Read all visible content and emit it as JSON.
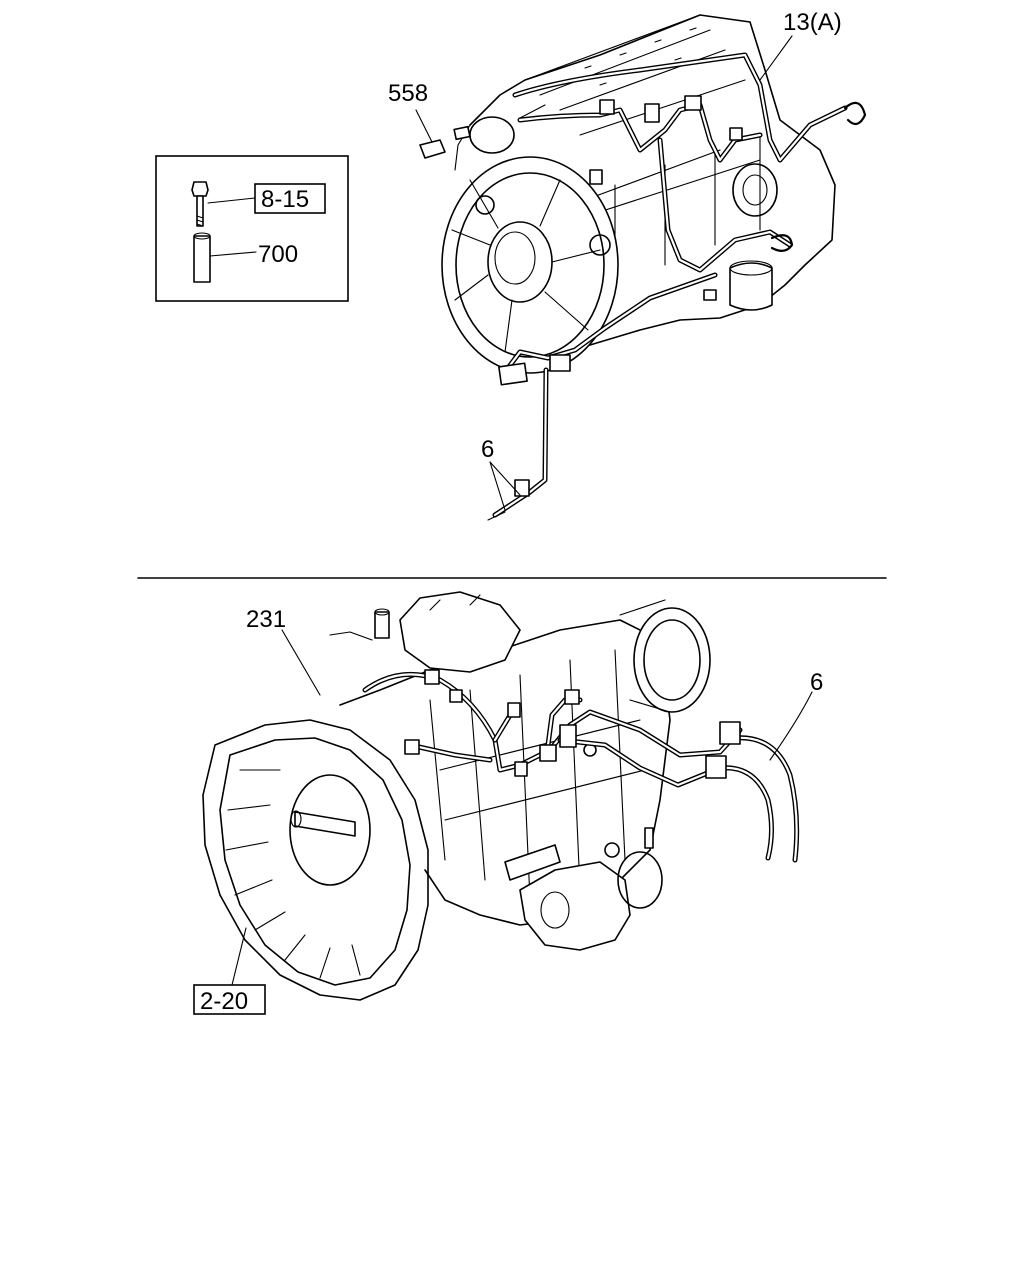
{
  "callouts": {
    "harness_13a": "13(A)",
    "connector_558": "558",
    "ref_8_15": "8-15",
    "sleeve_700": "700",
    "clip_6_top": "6",
    "harness_231": "231",
    "clip_6_bottom": "6",
    "ref_2_20": "2-20"
  }
}
